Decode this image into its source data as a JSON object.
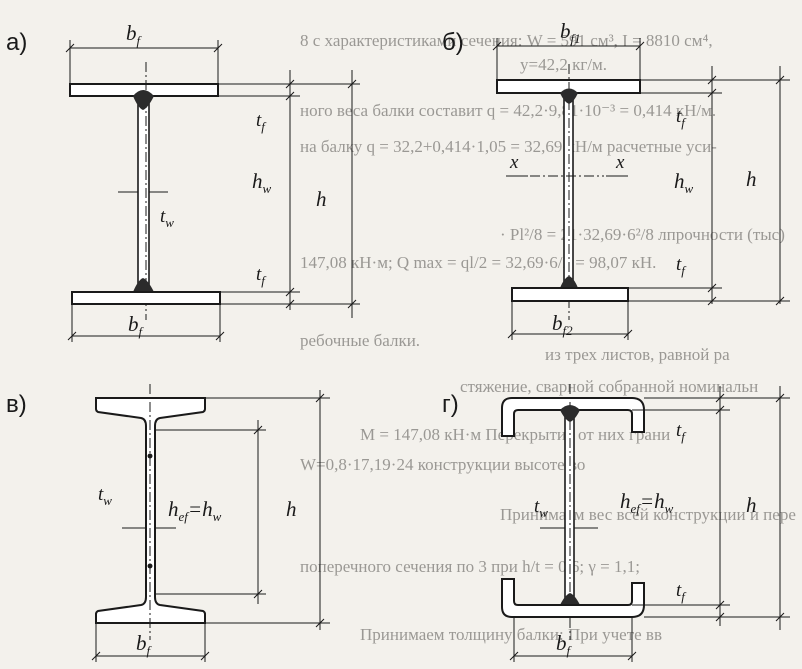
{
  "background_text": [
    "8 с характеристиками сечения: W = 591 см³, I = 8810 см⁴,",
    "у=42,2 кг/м.",
    "ного веса балки составит q = 42,2·9,81·10⁻³ = 0,414 кН/м.",
    "на балку q = 32,2+0,414·1,05 = 32,69 кН/м расчетные уси-",
    "· Pl²/8 = 21·32,69·6²/8 лпрочности (тыс)",
    "147,08 кН·м;  Q max = ql/2 = 32,69·6/2 = 98,07 кН.",
    "ребочные балки.",
    "из трех листов, равной ра",
    "стяжение, сварной собранной номинальн",
    "M = 147,08 кН·м  Перекрытия от них грани",
    "W=0,8·17,19·24  конструкции высоте во",
    "Принимаем вес всей конструкции и пере",
    "поперечного сечения по 3 при  h/t = 0,6; γ = 1,1;",
    "Принимаем толщину балки:  При учете вв"
  ],
  "panels": {
    "a": {
      "label": "а)",
      "bf_top": "b",
      "bf_top_sub": "f",
      "tf_top": "t",
      "tf_top_sub": "f",
      "hw": "h",
      "hw_sub": "w",
      "h": "h",
      "tw": "t",
      "tw_sub": "w",
      "tf_bot": "t",
      "tf_bot_sub": "f",
      "bf_bot": "b",
      "bf_bot_sub": "f"
    },
    "b": {
      "label": "б)",
      "bf1": "b",
      "bf1_sub": "f1",
      "tf_top": "t",
      "tf_top_sub": "f",
      "x_left": "x",
      "x_right": "x",
      "hw": "h",
      "hw_sub": "w",
      "h": "h",
      "tf_bot": "t",
      "tf_bot_sub": "f",
      "bf2": "b",
      "bf2_sub": "f2"
    },
    "c": {
      "label": "в)",
      "tw": "t",
      "tw_sub": "w",
      "hef": "h",
      "hef_sub": "ef",
      "eq": "=",
      "hw": "h",
      "hw_sub": "w",
      "h": "h",
      "bf": "b",
      "bf_sub": "f"
    },
    "d": {
      "label": "г)",
      "tf_top": "t",
      "tf_top_sub": "f",
      "tw": "t",
      "tw_sub": "w",
      "hef": "h",
      "hef_sub": "ef",
      "eq": "=",
      "hw": "h",
      "hw_sub": "w",
      "h": "h",
      "tf_bot": "t",
      "tf_bot_sub": "f",
      "bf": "b",
      "bf_sub": "f"
    }
  }
}
